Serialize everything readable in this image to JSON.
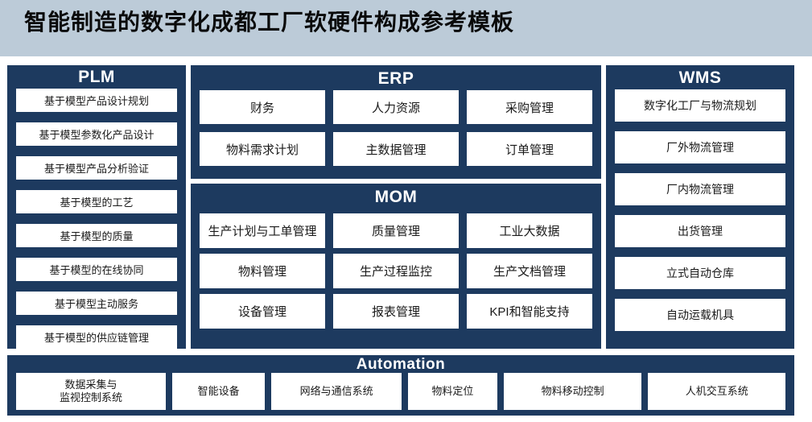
{
  "page": {
    "title": "智能制造的数字化成都工厂软硬件构成参考模板"
  },
  "colors": {
    "page_bg": "#ffffff",
    "header_band_bg": "#bccbd8",
    "panel_bg": "#1d3a5f",
    "box_bg": "#ffffff",
    "title_text": "#0a0a0a",
    "panel_title_text": "#ffffff",
    "box_text": "#1a1a1a"
  },
  "panels": {
    "plm": {
      "title": "PLM",
      "items": [
        "基于模型产品设计规划",
        "基于模型参数化产品设计",
        "基于模型产品分析验证",
        "基于模型的工艺",
        "基于模型的质量",
        "基于模型的在线协同",
        "基于模型主动服务",
        "基于模型的供应链管理"
      ]
    },
    "erp": {
      "title": "ERP",
      "items": [
        "财务",
        "人力资源",
        "采购管理",
        "物料需求计划",
        "主数据管理",
        "订单管理"
      ]
    },
    "mom": {
      "title": "MOM",
      "items": [
        "生产计划与工单管理",
        "质量管理",
        "工业大数据",
        "物料管理",
        "生产过程监控",
        "生产文档管理",
        "设备管理",
        "报表管理",
        "KPI和智能支持"
      ]
    },
    "wms": {
      "title": "WMS",
      "items": [
        "数字化工厂与物流规划",
        "厂外物流管理",
        "厂内物流管理",
        "出货管理",
        "立式自动仓库",
        "自动运载机具"
      ]
    },
    "automation": {
      "title": "Automation",
      "items": [
        "数据采集与\n监视控制系统",
        "智能设备",
        "网络与通信系统",
        "物料定位",
        "物料移动控制",
        "人机交互系统"
      ]
    }
  }
}
